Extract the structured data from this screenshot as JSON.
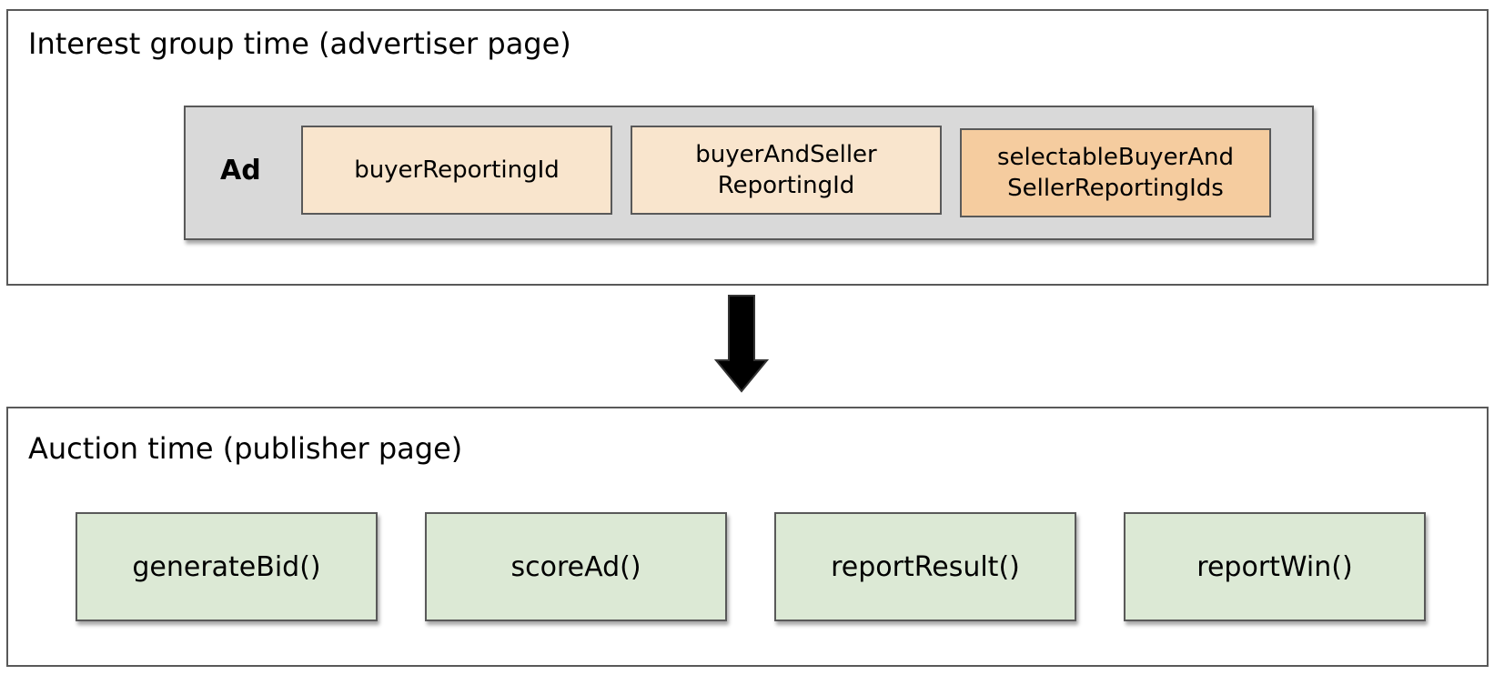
{
  "interest_group_panel": {
    "title": "Interest group time (advertiser page)",
    "ad": {
      "label": "Ad",
      "fields": [
        {
          "label": "buyerReportingId"
        },
        {
          "label": "buyerAndSeller\nReportingId"
        },
        {
          "label": "selectableBuyerAnd\nSellerReportingIds"
        }
      ]
    }
  },
  "auction_panel": {
    "title": "Auction time (publisher page)",
    "functions": [
      {
        "label": "generateBid()"
      },
      {
        "label": "scoreAd()"
      },
      {
        "label": "reportResult()"
      },
      {
        "label": "reportWin()"
      }
    ]
  },
  "colors": {
    "field_light": "#f9e5cd",
    "field_highlight": "#f5cc9f",
    "ad_background": "#d9d9d9",
    "function_background": "#dce9d5",
    "arrow": "#000000",
    "border": "#595959"
  }
}
